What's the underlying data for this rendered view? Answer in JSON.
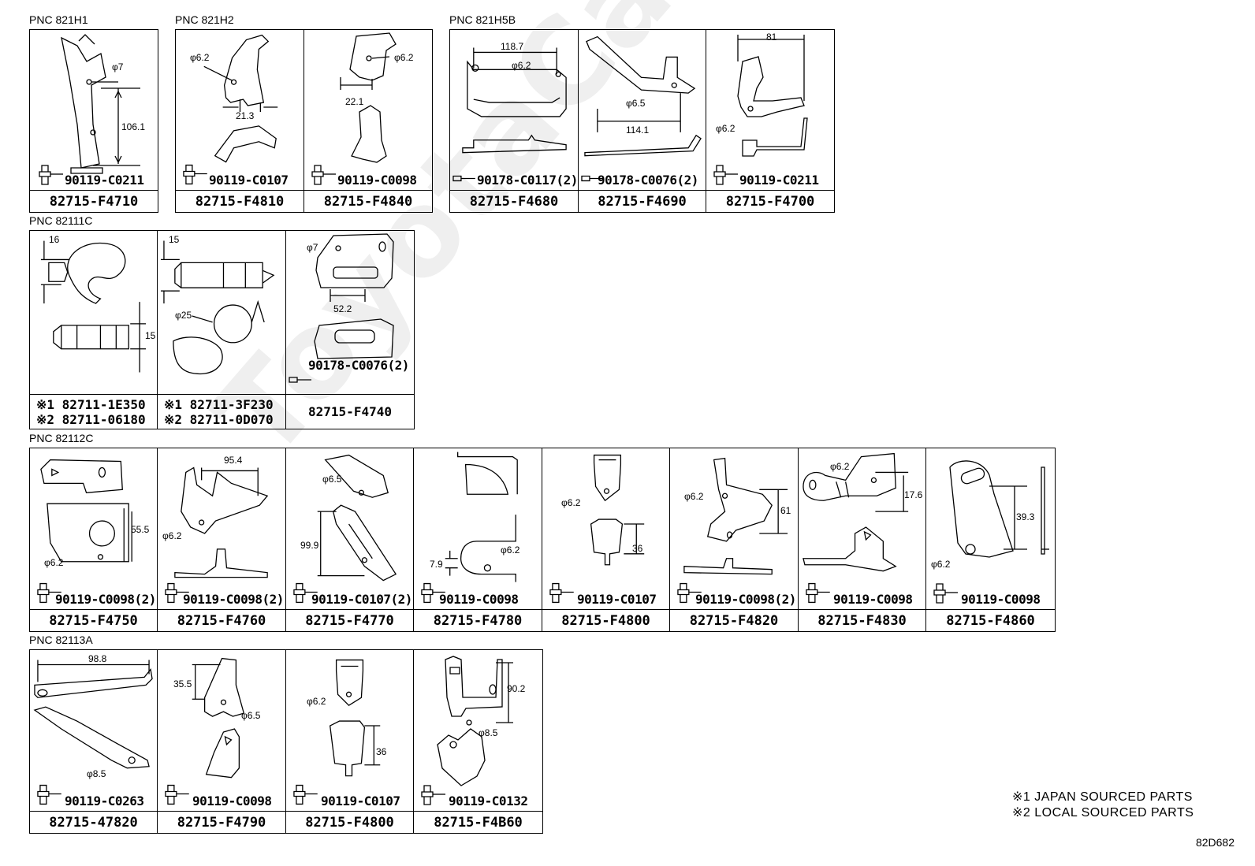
{
  "watermark": "ToyotaCarMine.ru",
  "groups": [
    {
      "pnc": "PNC 821H1",
      "panels": [
        {
          "fastener": "90119-C0211",
          "part": "82715-F4710",
          "dims": [
            "φ7",
            "106.1"
          ]
        }
      ]
    },
    {
      "pnc": "PNC 821H2",
      "panels": [
        {
          "fastener": "90119-C0107",
          "part": "82715-F4810",
          "dims": [
            "φ6.2",
            "21.3"
          ]
        },
        {
          "fastener": "90119-C0098",
          "part": "82715-F4840",
          "dims": [
            "φ6.2",
            "22.1"
          ]
        }
      ]
    },
    {
      "pnc": "PNC 821H5B",
      "panels": [
        {
          "fastener": "90178-C0117(2)",
          "part": "82715-F4680",
          "dims": [
            "118.7",
            "φ6.2"
          ]
        },
        {
          "fastener": "90178-C0076(2)",
          "part": "82715-F4690",
          "dims": [
            "φ6.5",
            "114.1"
          ]
        },
        {
          "fastener": "90119-C0211",
          "part": "82715-F4700",
          "dims": [
            "81",
            "φ6.2"
          ]
        }
      ]
    },
    {
      "pnc": "PNC 82111C",
      "panels": [
        {
          "fastener": "",
          "part_lines": [
            "※1 82711-1E350",
            "※2 82711-06180"
          ],
          "dims": [
            "16",
            "15"
          ]
        },
        {
          "fastener": "",
          "part_lines": [
            "※1 82711-3F230",
            "※2 82711-0D070"
          ],
          "dims": [
            "15",
            "φ25"
          ]
        },
        {
          "fastener": "90178-C0076(2)",
          "part": "82715-F4740",
          "dims": [
            "φ7",
            "52.2"
          ]
        }
      ]
    },
    {
      "pnc": "PNC 82112C",
      "panels": [
        {
          "fastener": "90119-C0098(2)",
          "part": "82715-F4750",
          "dims": [
            "55.5",
            "φ6.2"
          ]
        },
        {
          "fastener": "90119-C0098(2)",
          "part": "82715-F4760",
          "dims": [
            "95.4",
            "φ6.2"
          ]
        },
        {
          "fastener": "90119-C0107(2)",
          "part": "82715-F4770",
          "dims": [
            "φ6.5",
            "99.9"
          ]
        },
        {
          "fastener": "90119-C0098",
          "part": "82715-F4780",
          "dims": [
            "7.9",
            "φ6.2"
          ]
        },
        {
          "fastener": "90119-C0107",
          "part": "82715-F4800",
          "dims": [
            "φ6.2",
            "36"
          ]
        },
        {
          "fastener": "90119-C0098(2)",
          "part": "82715-F4820",
          "dims": [
            "φ6.2",
            "61"
          ]
        },
        {
          "fastener": "90119-C0098",
          "part": "82715-F4830",
          "dims": [
            "φ6.2",
            "17.6"
          ]
        },
        {
          "fastener": "90119-C0098",
          "part": "82715-F4860",
          "dims": [
            "39.3",
            "φ6.2"
          ]
        }
      ]
    },
    {
      "pnc": "PNC 82113A",
      "panels": [
        {
          "fastener": "90119-C0263",
          "part": "82715-47820",
          "dims": [
            "98.8",
            "φ8.5"
          ]
        },
        {
          "fastener": "90119-C0098",
          "part": "82715-F4790",
          "dims": [
            "35.5",
            "φ6.5"
          ]
        },
        {
          "fastener": "90119-C0107",
          "part": "82715-F4800",
          "dims": [
            "φ6.2",
            "36"
          ]
        },
        {
          "fastener": "90119-C0132",
          "part": "82715-F4B60",
          "dims": [
            "90.2",
            "φ8.5"
          ]
        }
      ]
    }
  ],
  "notes": [
    "※1 JAPAN SOURCED PARTS",
    "※2 LOCAL SOURCED PARTS"
  ],
  "diagram_code": "82D682"
}
